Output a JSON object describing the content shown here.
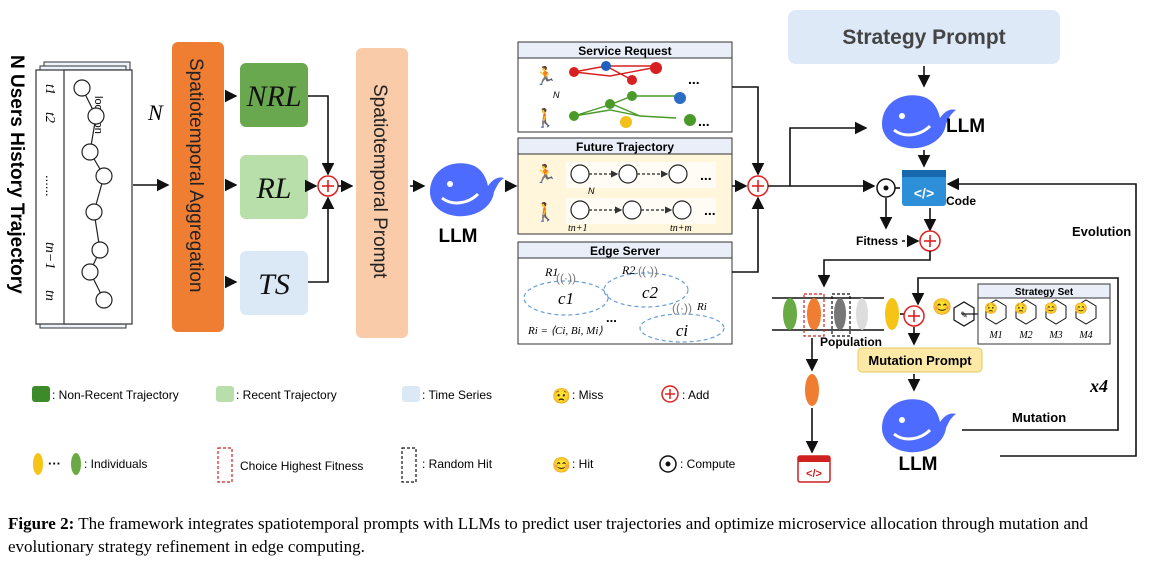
{
  "input": {
    "title": "N Users History Trajectory",
    "location": "location",
    "n_label": "N",
    "t1": "t1",
    "t2": "t2",
    "dots": "......",
    "tn1": "tn−1",
    "tn": "tn"
  },
  "aggregation": {
    "label": "Spatiotemporal Aggregation",
    "color": "#ef7d32"
  },
  "modules": [
    {
      "label": "NRL",
      "color": "#6aa84f"
    },
    {
      "label": "RL",
      "color": "#b8dfaa"
    },
    {
      "label": "TS",
      "color": "#dbe8f6"
    }
  ],
  "prompt": {
    "label": "Spatiotemporal Prompt",
    "color": "#f9cba9"
  },
  "llm_label": "LLM",
  "service_request": {
    "title": "Service Request",
    "n_label": "N",
    "dots": "..."
  },
  "future_trajectory": {
    "title": "Future Trajectory",
    "n_label": "N",
    "tn1": "tn+1",
    "tnm": "tn+m",
    "dots": "..."
  },
  "edge_server": {
    "title": "Edge Server",
    "r1": "R1",
    "r2": "R2",
    "ri": "Ri",
    "c1": "c1",
    "c2": "c2",
    "ci": "ci",
    "formula": "Ri = ⟨Ci, Bi, Mi⟩",
    "dots": "..."
  },
  "strategy_prompt": "Strategy Prompt",
  "right": {
    "llm_top": "LLM",
    "code": "Code",
    "fitness": "Fitness",
    "evolution": "Evolution",
    "population": "Population",
    "mutation_prompt": "Mutation Prompt",
    "strategy_set": "Strategy Set",
    "m1": "M1",
    "m2": "M2",
    "m3": "M3",
    "m4": "M4",
    "x4": "x4",
    "mutation": "Mutation",
    "llm_bottom": "LLM"
  },
  "legend": {
    "non_recent": ": Non-Recent Trajectory",
    "recent": ": Recent Trajectory",
    "time_series": ": Time Series",
    "miss": ": Miss",
    "add": ": Add",
    "individuals": ": Individuals",
    "choice": "Choice Highest Fitness",
    "random": ": Random Hit",
    "hit": ": Hit",
    "compute": ": Compute"
  },
  "caption": {
    "prefix": "Figure 2:",
    "text": " The framework integrates spatiotemporal prompts with LLMs to predict user trajectories and optimize microservice allocation through mutation and evolutionary strategy refinement in edge computing."
  }
}
